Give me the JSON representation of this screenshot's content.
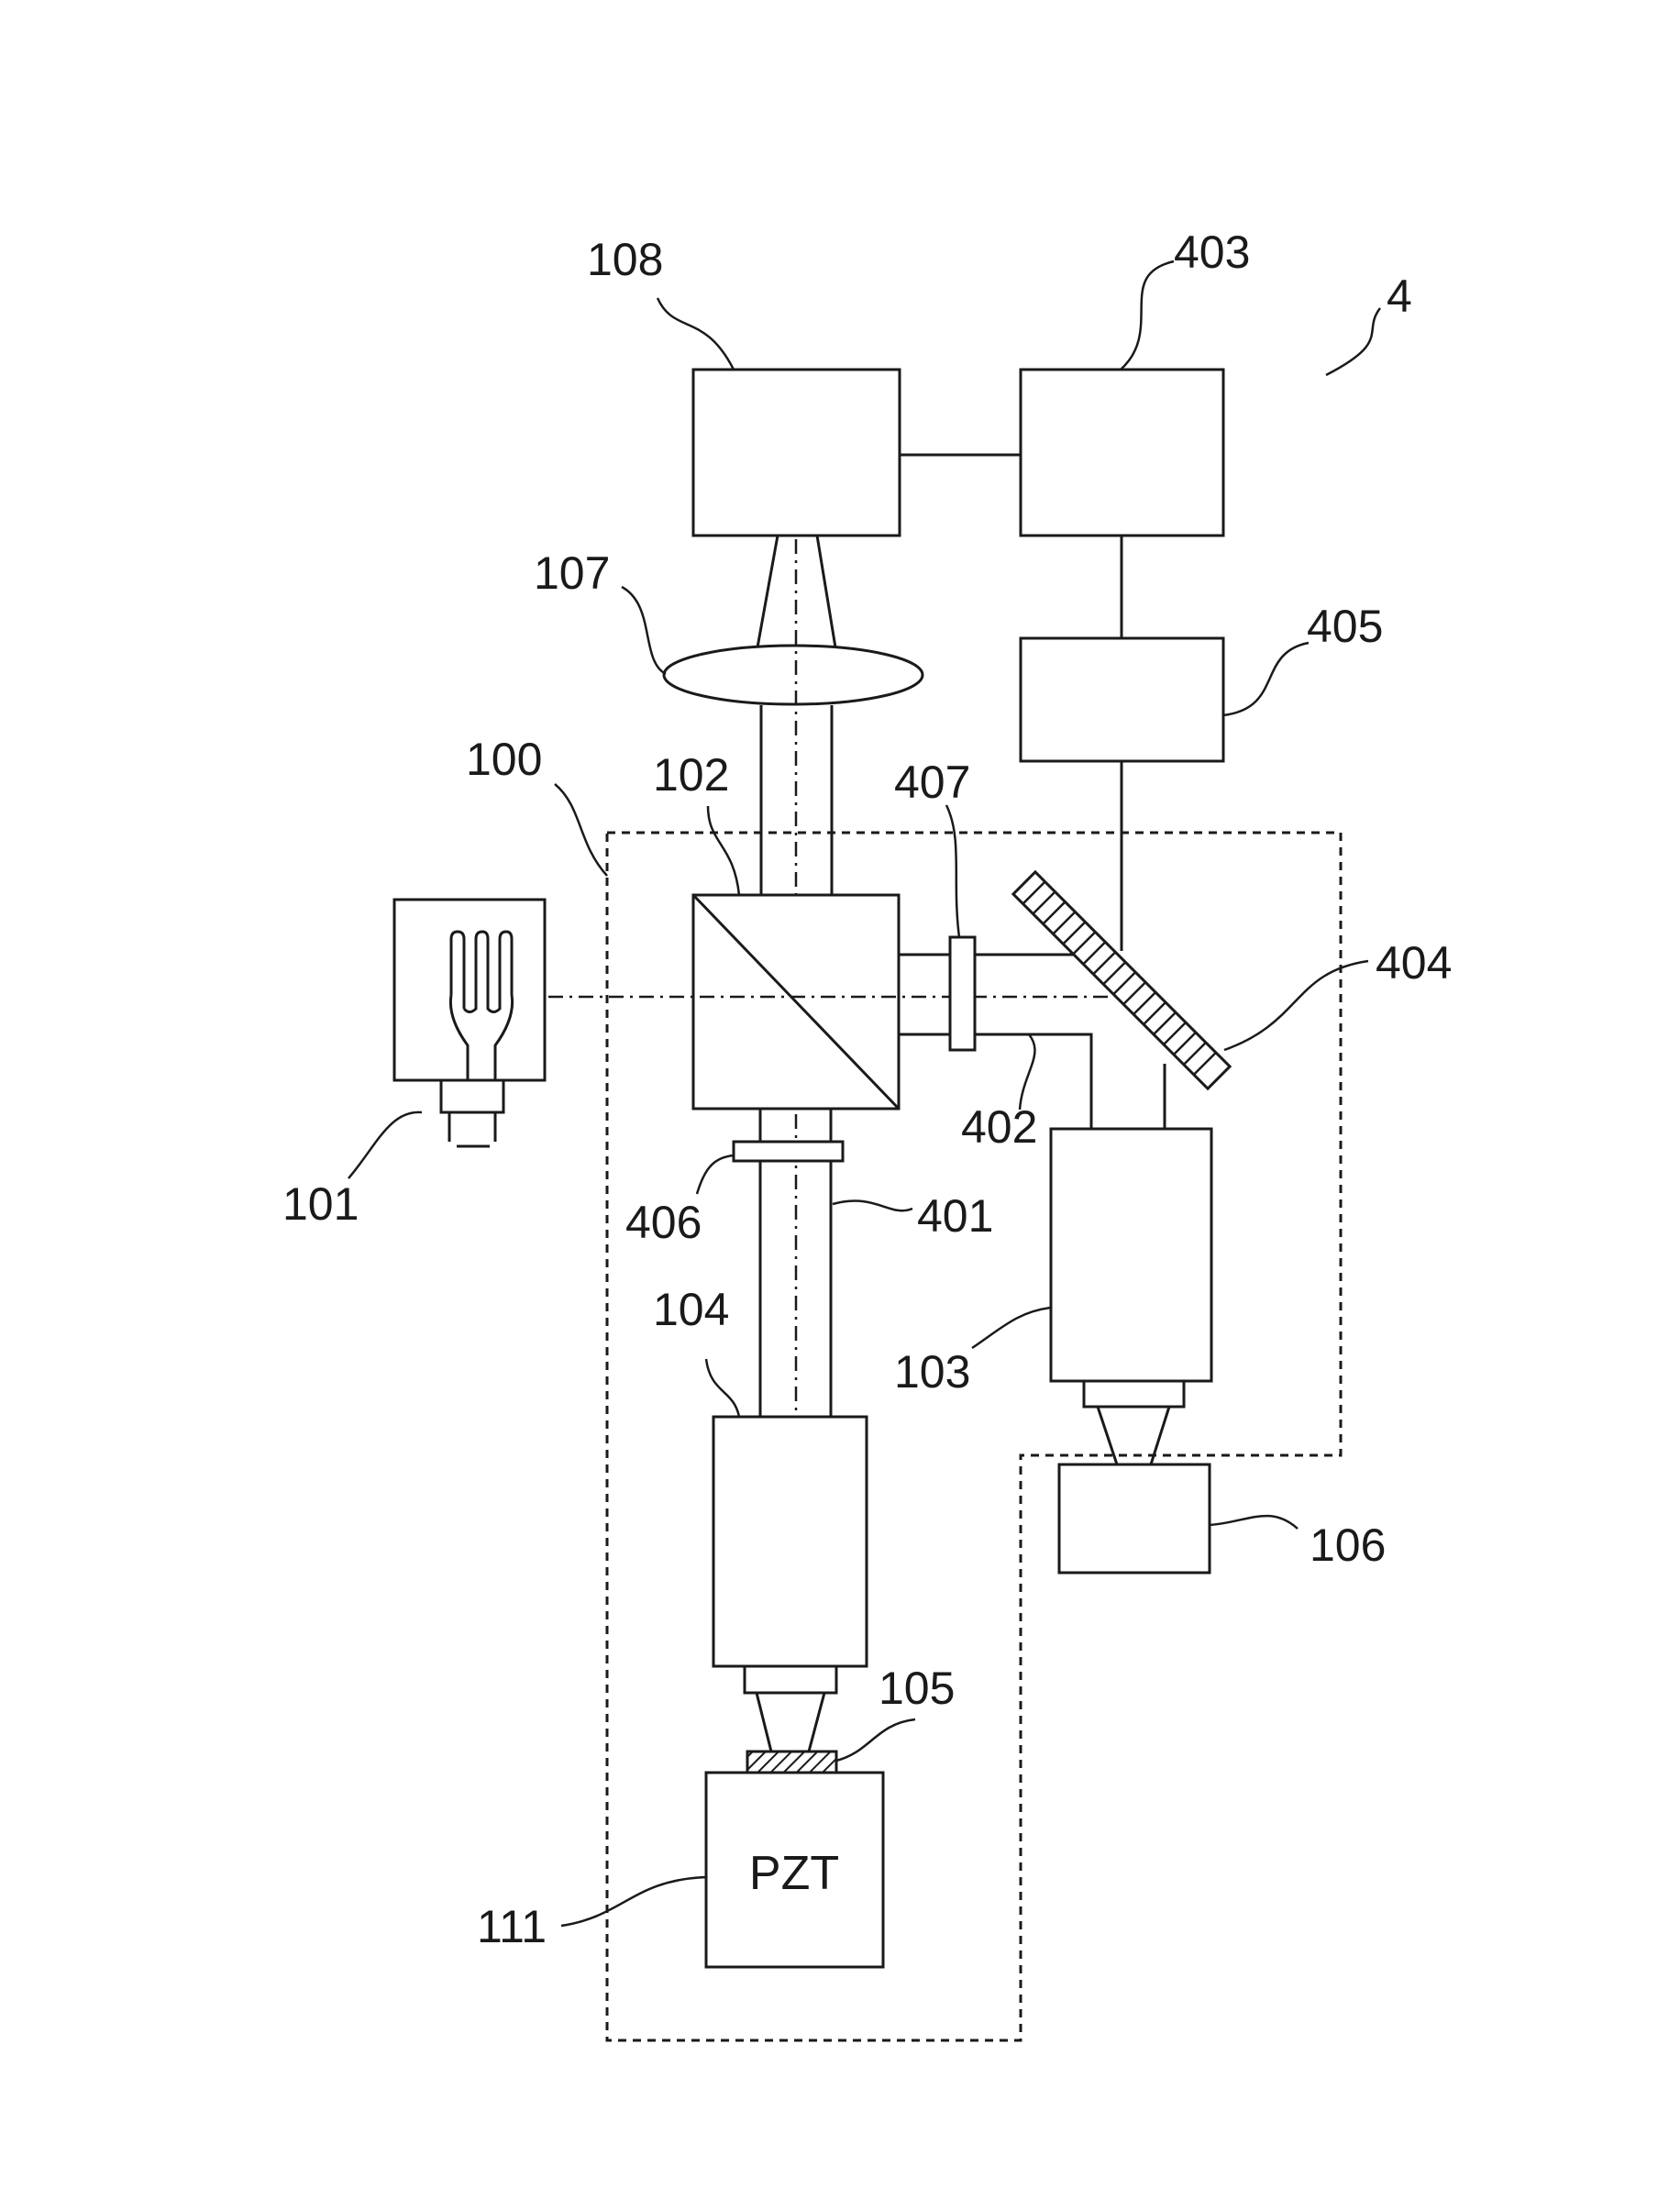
{
  "figure": {
    "labels": {
      "l4": "4",
      "l100": "100",
      "l101": "101",
      "l102": "102",
      "l103": "103",
      "l104": "104",
      "l105": "105",
      "l106": "106",
      "l107": "107",
      "l108": "108",
      "l111": "111",
      "l401": "401",
      "l402": "402",
      "l403": "403",
      "l404": "404",
      "l405": "405",
      "l406": "406",
      "l407": "407"
    },
    "pzt_text": "PZT"
  }
}
